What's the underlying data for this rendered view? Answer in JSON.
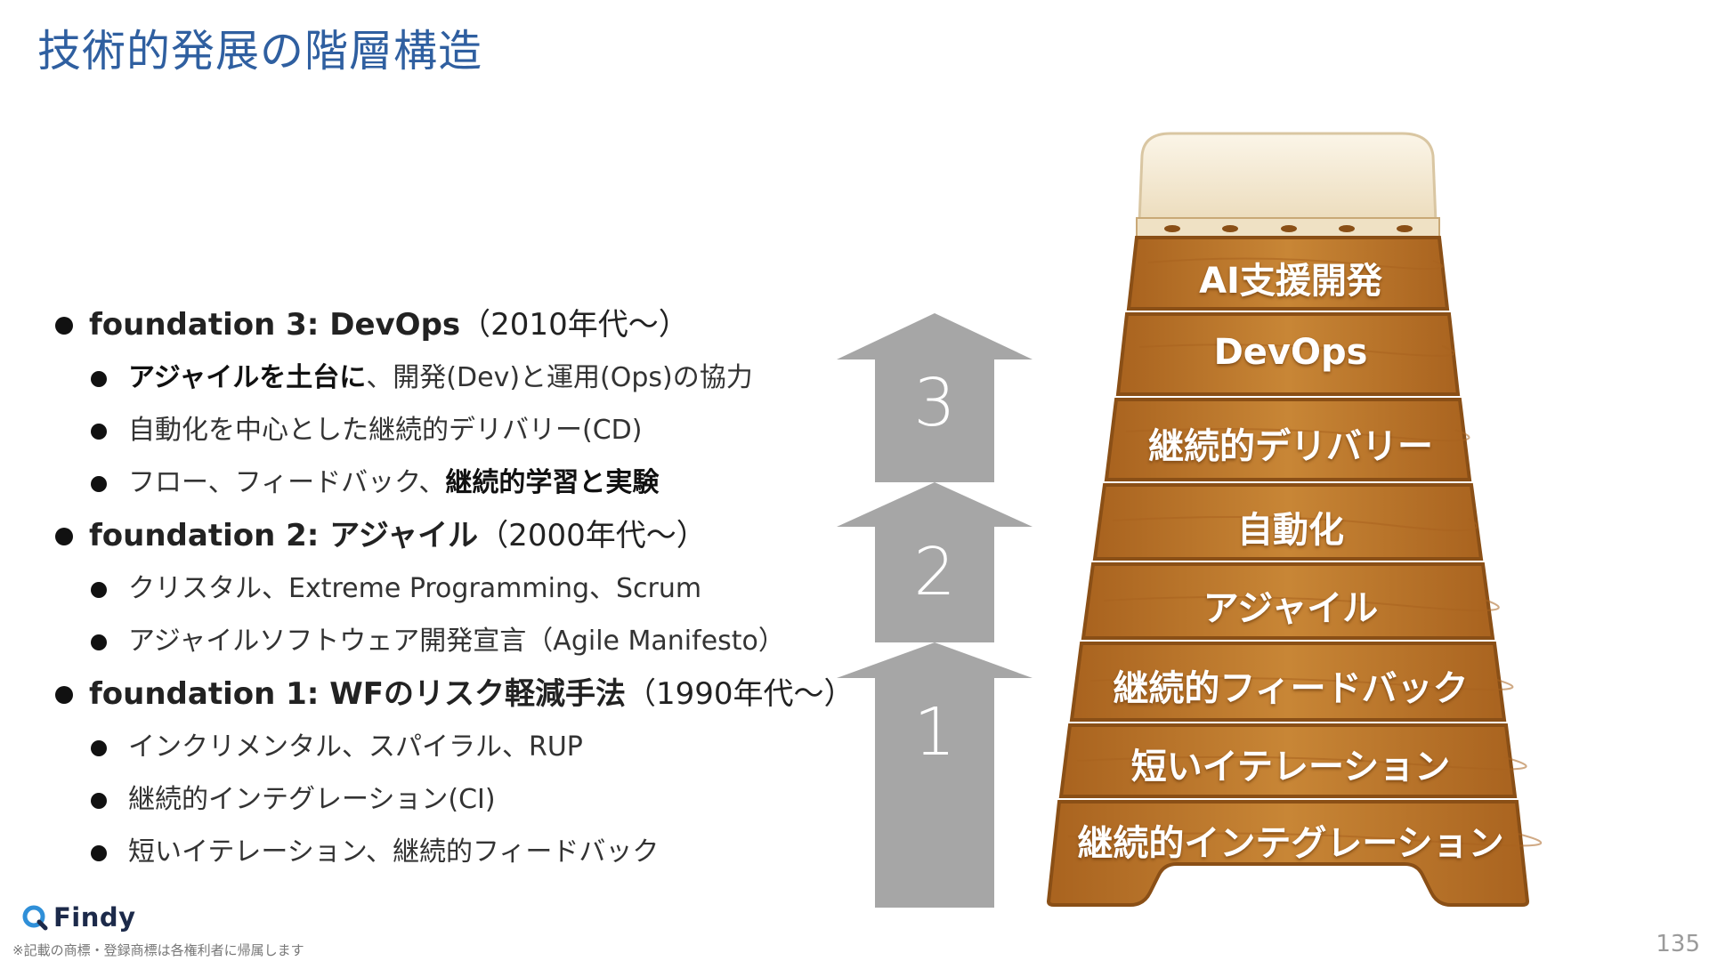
{
  "title": "技術的発展の階層構造",
  "bullets": {
    "f3": {
      "label": "foundation 3: DevOps",
      "period": "（2010年代〜）",
      "sub1_bold": "アジャイルを土台に",
      "sub1_rest": "、開発(Dev)と運用(Ops)の協力",
      "sub2": "自動化を中心とした継続的デリバリー(CD)",
      "sub3_plain": "フロー、フィードバック、",
      "sub3_bold": "継続的学習と実験"
    },
    "f2": {
      "label": "foundation 2: アジャイル",
      "period": "（2000年代〜）",
      "sub1": "クリスタル、Extreme Programming、Scrum",
      "sub2": "アジャイルソフトウェア開発宣言（Agile Manifesto）"
    },
    "f1": {
      "label": "foundation 1: WFのリスク軽減手法",
      "period": "（1990年代〜）",
      "sub1": "インクリメンタル、スパイラル、RUP",
      "sub2": "継続的インテグレーション(CI)",
      "sub3": "短いイテレーション、継続的フィードバック"
    }
  },
  "arrows": {
    "n1": "1",
    "n2": "2",
    "n3": "3"
  },
  "pyramid": {
    "steps": [
      "AI支援開発",
      "DevOps",
      "継続的デリバリー",
      "自動化",
      "アジャイル",
      "継続的フィードバック",
      "短いイテレーション",
      "継続的インテグレーション"
    ]
  },
  "footer": {
    "logo": "Findy",
    "note": "※記載の商標・登録商標は各権利者に帰属します",
    "page": "135"
  },
  "colors": {
    "title": "#2f5fa0",
    "arrow": "#a6a6a6",
    "wood": "#c07a2c",
    "wood_dark": "#8a4f16",
    "cushion": "#f2e6cf"
  }
}
